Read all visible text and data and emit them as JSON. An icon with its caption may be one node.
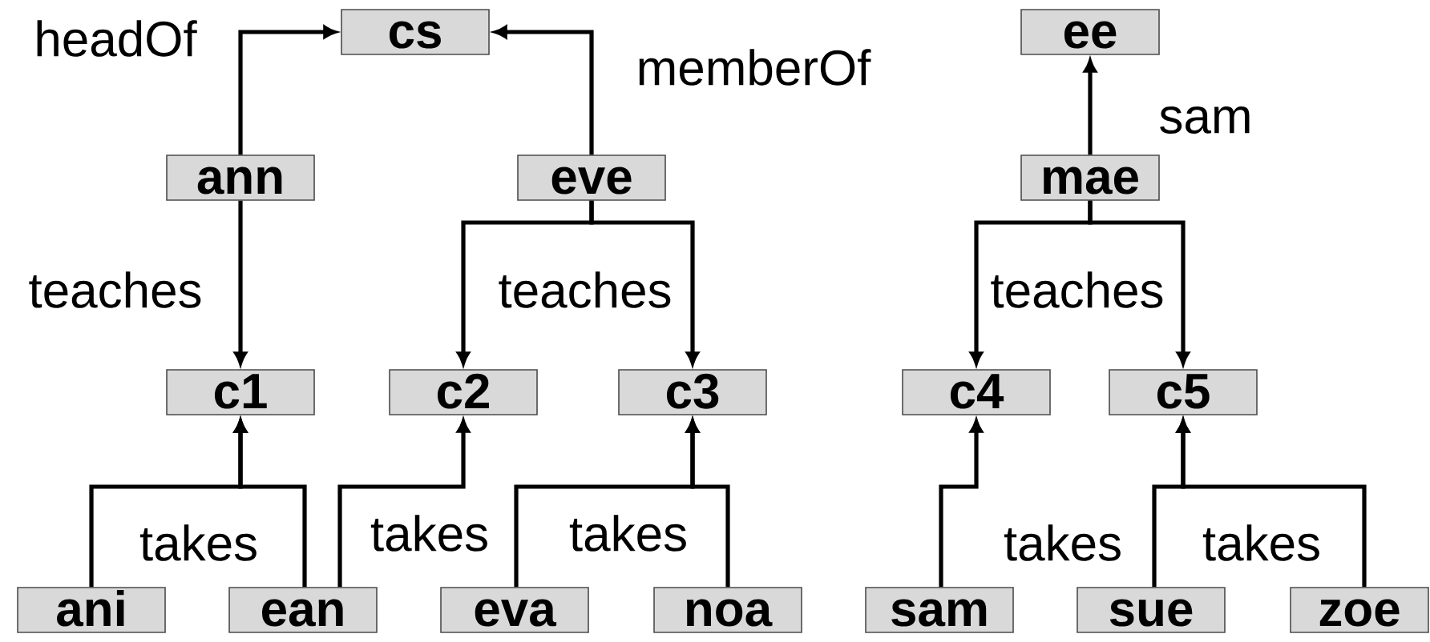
{
  "diagram": {
    "nodes": [
      {
        "text": [
          "cs"
        ]
      },
      {
        "text": [
          "ann"
        ]
      },
      {
        "text": [
          "eve"
        ]
      },
      {
        "text": [
          "ee"
        ]
      },
      {
        "text": [
          "mae"
        ]
      },
      {
        "text": [
          "c1"
        ]
      },
      {
        "text": [
          "c2"
        ]
      },
      {
        "text": [
          "c3"
        ]
      },
      {
        "text": [
          "c4"
        ]
      },
      {
        "text": [
          "c5"
        ]
      },
      {
        "text": [
          "ani"
        ]
      },
      {
        "text": [
          "ean"
        ]
      },
      {
        "text": [
          "eva"
        ]
      },
      {
        "text": [
          "noa"
        ]
      },
      {
        "text": [
          "sam"
        ]
      },
      {
        "text": [
          "sue"
        ]
      },
      {
        "text": [
          "zoe"
        ]
      }
    ],
    "edges": [
      {
        "from": 1,
        "to": 0,
        "arrow": "to",
        "label": "headOf"
      },
      {
        "from": 2,
        "to": 0,
        "arrow": "to",
        "label": "memberOf"
      },
      {
        "from": 4,
        "to": 3,
        "arrow": "to",
        "label": "sam"
      },
      {
        "from": 1,
        "to": 5,
        "arrow": "to",
        "label": "teaches"
      },
      {
        "from": 2,
        "to": 6,
        "arrow": "to",
        "label": "teaches"
      },
      {
        "from": 2,
        "to": 7,
        "arrow": "to"
      },
      {
        "from": 4,
        "to": 8,
        "arrow": "to",
        "label": "teaches"
      },
      {
        "from": 4,
        "to": 9,
        "arrow": "to"
      },
      {
        "from": 10,
        "to": 5,
        "arrow": "to",
        "label": "takes"
      },
      {
        "from": 11,
        "to": 5,
        "arrow": "to"
      },
      {
        "from": 11,
        "to": 6,
        "arrow": "to",
        "label": "takes"
      },
      {
        "from": 12,
        "to": 7,
        "arrow": "to",
        "label": "takes"
      },
      {
        "from": 13,
        "to": 7,
        "arrow": "to"
      },
      {
        "from": 14,
        "to": 8,
        "arrow": "to",
        "label": "takes"
      },
      {
        "from": 15,
        "to": 9,
        "arrow": "to",
        "label": "takes"
      },
      {
        "from": 16,
        "to": 9,
        "arrow": "to"
      }
    ]
  }
}
